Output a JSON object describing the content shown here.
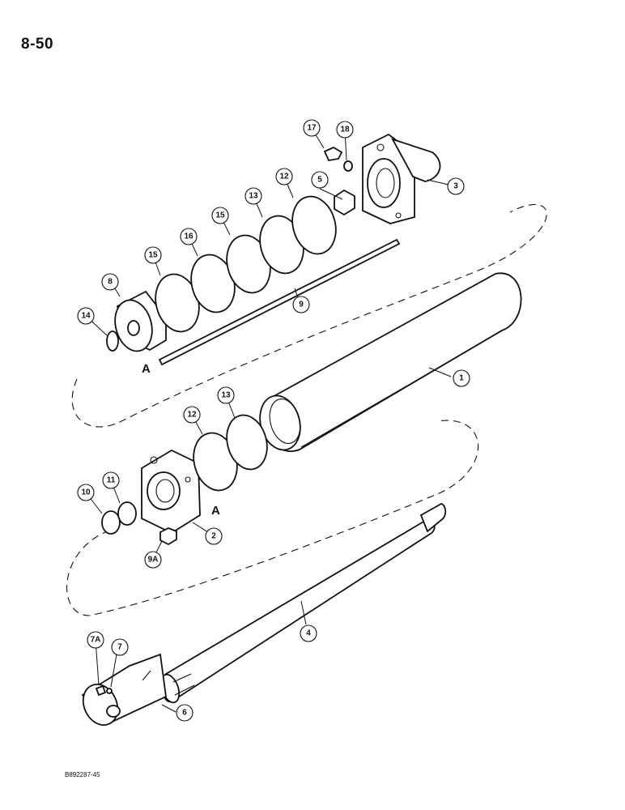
{
  "page_number": "8-50",
  "reference_code": "B892287-45",
  "view_marker": "A",
  "callouts": [
    "1",
    "2",
    "3",
    "4",
    "5",
    "6",
    "7",
    "7A",
    "8",
    "9",
    "9A",
    "10",
    "11",
    "12",
    "13",
    "14",
    "15",
    "16",
    "17",
    "18"
  ]
}
